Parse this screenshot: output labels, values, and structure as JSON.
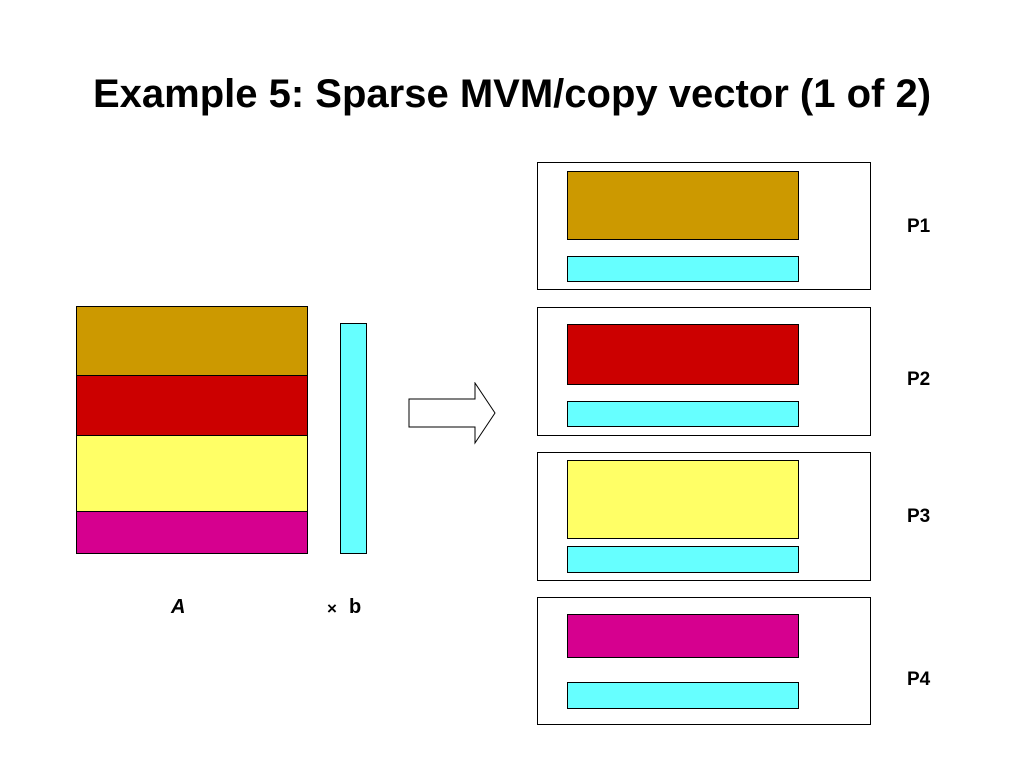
{
  "title": "Example 5: Sparse MVM/copy vector (1 of 2)",
  "matrix_label": "A",
  "times_symbol": "×",
  "vector_label": "b",
  "colors": {
    "block1": "#CC9900",
    "block2": "#CC0000",
    "block3": "#FFFF66",
    "block4": "#D6008F",
    "vector": "#66FFFF"
  },
  "processors": [
    {
      "label": "P1"
    },
    {
      "label": "P2"
    },
    {
      "label": "P3"
    },
    {
      "label": "P4"
    }
  ],
  "arrow_icon": "right-arrow-icon"
}
